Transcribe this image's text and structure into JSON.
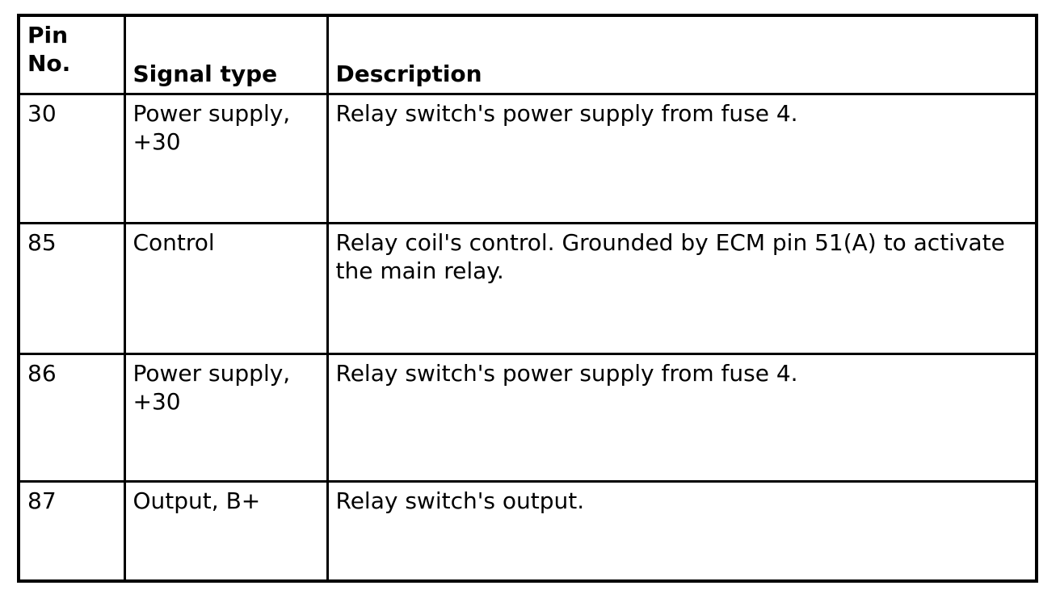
{
  "table": {
    "columns": [
      {
        "label": "Pin No."
      },
      {
        "label": "Signal type"
      },
      {
        "label": "Description"
      }
    ],
    "rows": [
      {
        "pin": "30",
        "signal": "Power supply,\n+30",
        "description": "Relay switch's power supply from fuse 4."
      },
      {
        "pin": "85",
        "signal": "Control",
        "description": "Relay coil's control. Grounded by ECM pin 51(A) to activate\nthe main relay."
      },
      {
        "pin": "86",
        "signal": "Power supply,\n+30",
        "description": "Relay switch's power supply from fuse 4."
      },
      {
        "pin": "87",
        "signal": "Output, B+",
        "description": "Relay switch's output."
      }
    ]
  }
}
